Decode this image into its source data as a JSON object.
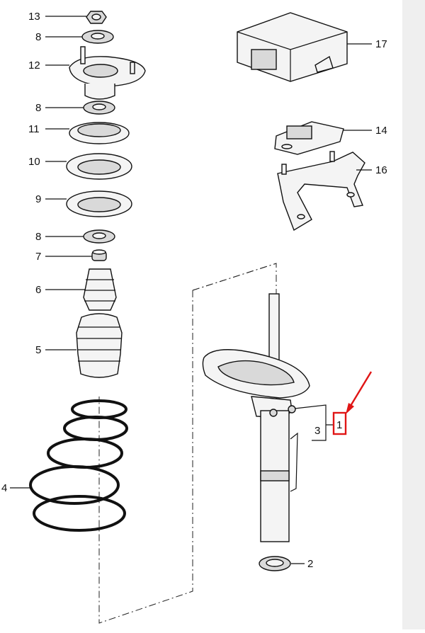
{
  "callouts": [
    "13",
    "8",
    "12",
    "8",
    "11",
    "10",
    "9",
    "8",
    "7",
    "6",
    "5",
    "4",
    "17",
    "14",
    "16",
    "3",
    "1",
    "2"
  ],
  "colors": {
    "highlight": "#e01515",
    "line": "#111111",
    "side_strip": "#efefef"
  },
  "highlight": {
    "target": "1",
    "shape": "red-box-with-arrow"
  }
}
